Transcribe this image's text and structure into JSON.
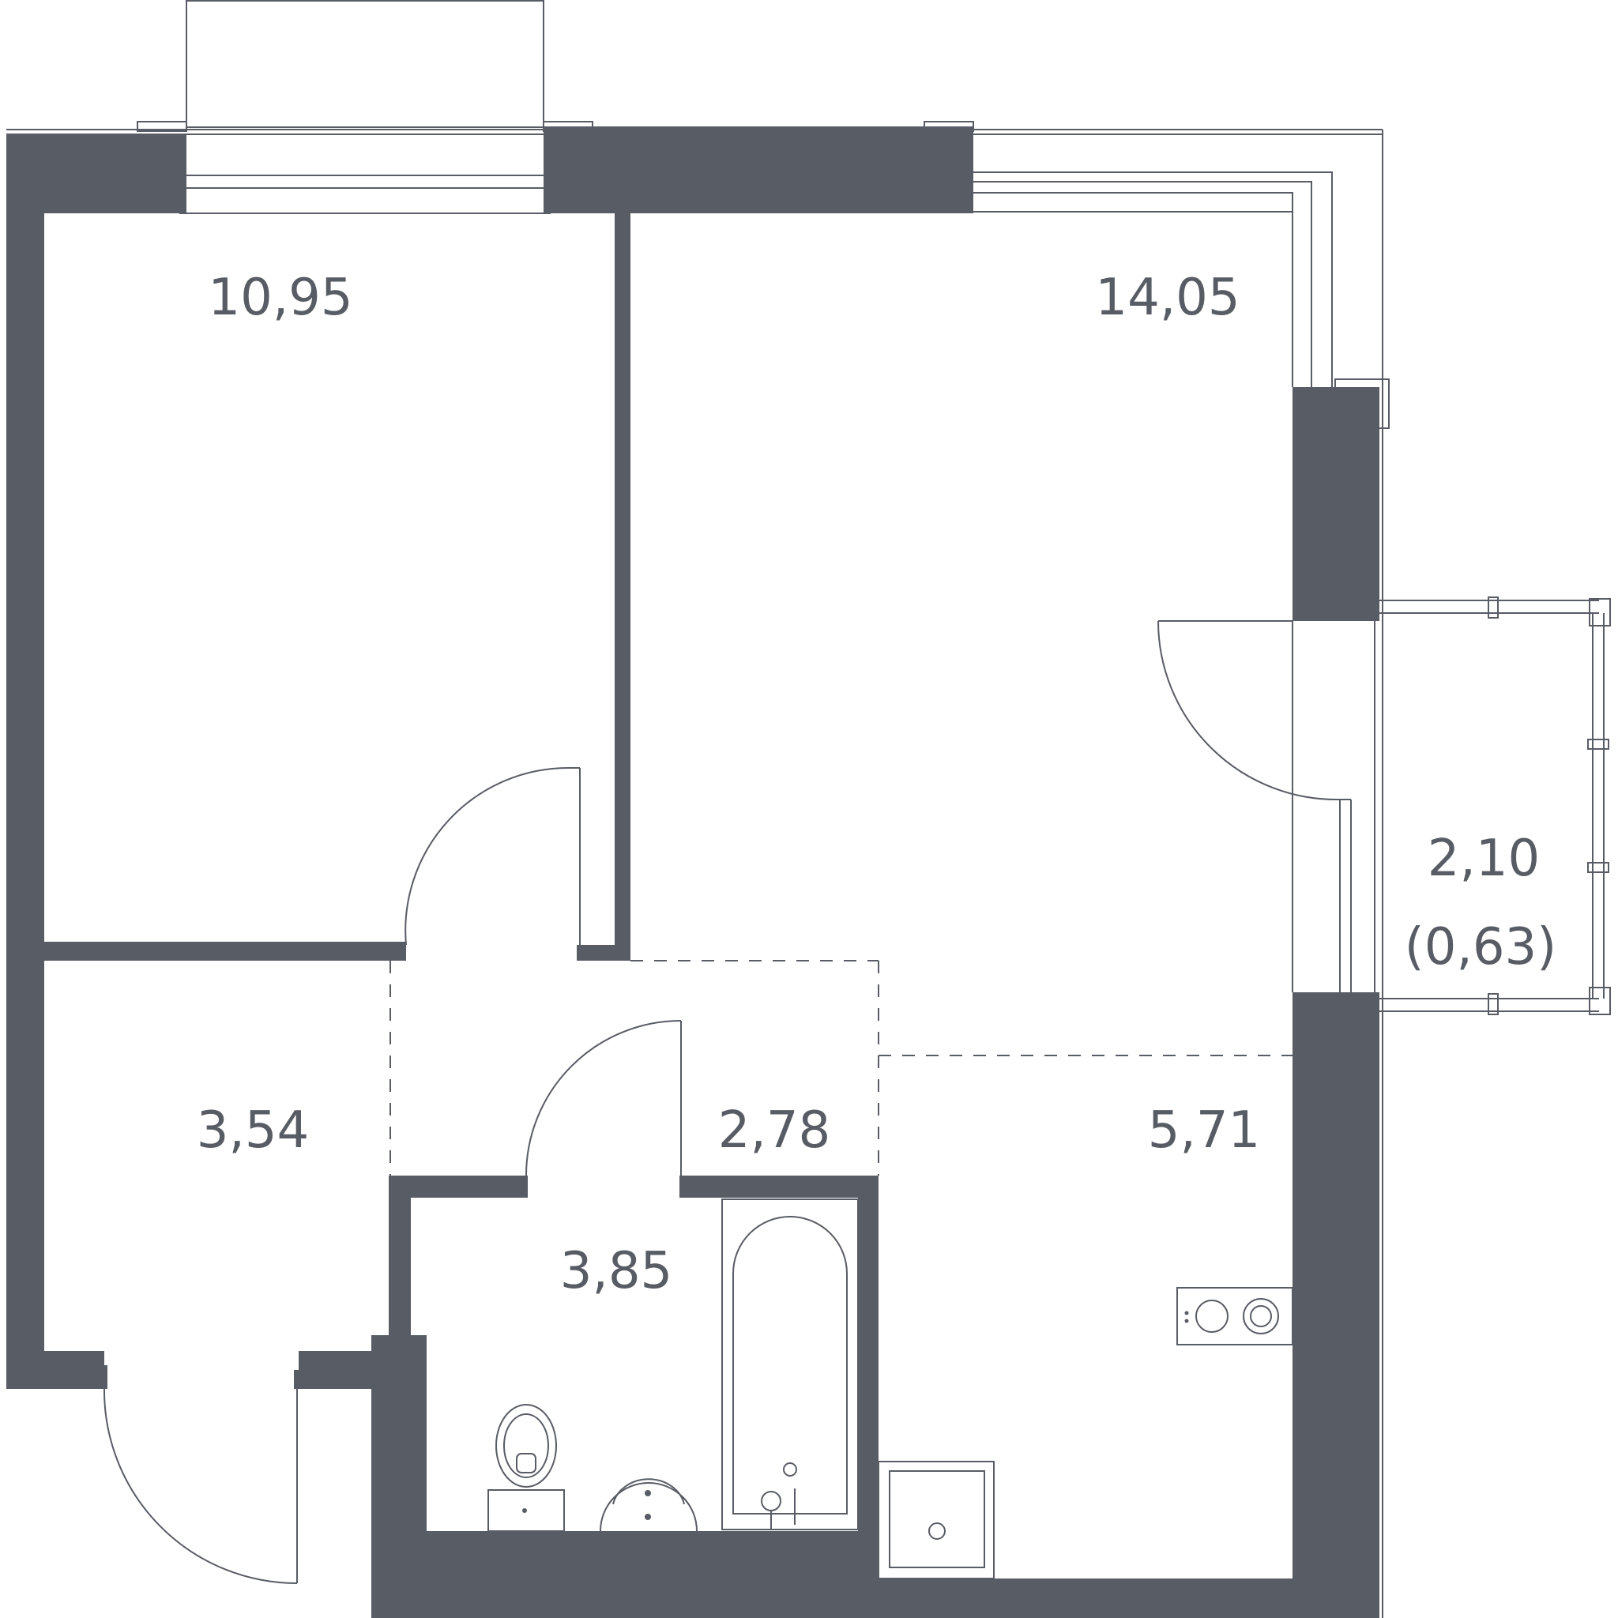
{
  "floorplan": {
    "wall_color": "#585c64",
    "line_color": "#585c64",
    "background": "#ffffff",
    "rooms": [
      {
        "id": "bedroom",
        "area": "10,95"
      },
      {
        "id": "living-room",
        "area": "14,05"
      },
      {
        "id": "hallway",
        "area": "3,54"
      },
      {
        "id": "corridor",
        "area": "2,78"
      },
      {
        "id": "kitchen",
        "area": "5,71"
      },
      {
        "id": "bathroom",
        "area": "3,85"
      },
      {
        "id": "balcony",
        "area": "2,10",
        "reduced_area": "(0,63)"
      }
    ],
    "fixtures": [
      "bathtub-icon",
      "toilet-icon",
      "sink-icon",
      "stove-icon",
      "kitchen-sink-icon"
    ]
  }
}
